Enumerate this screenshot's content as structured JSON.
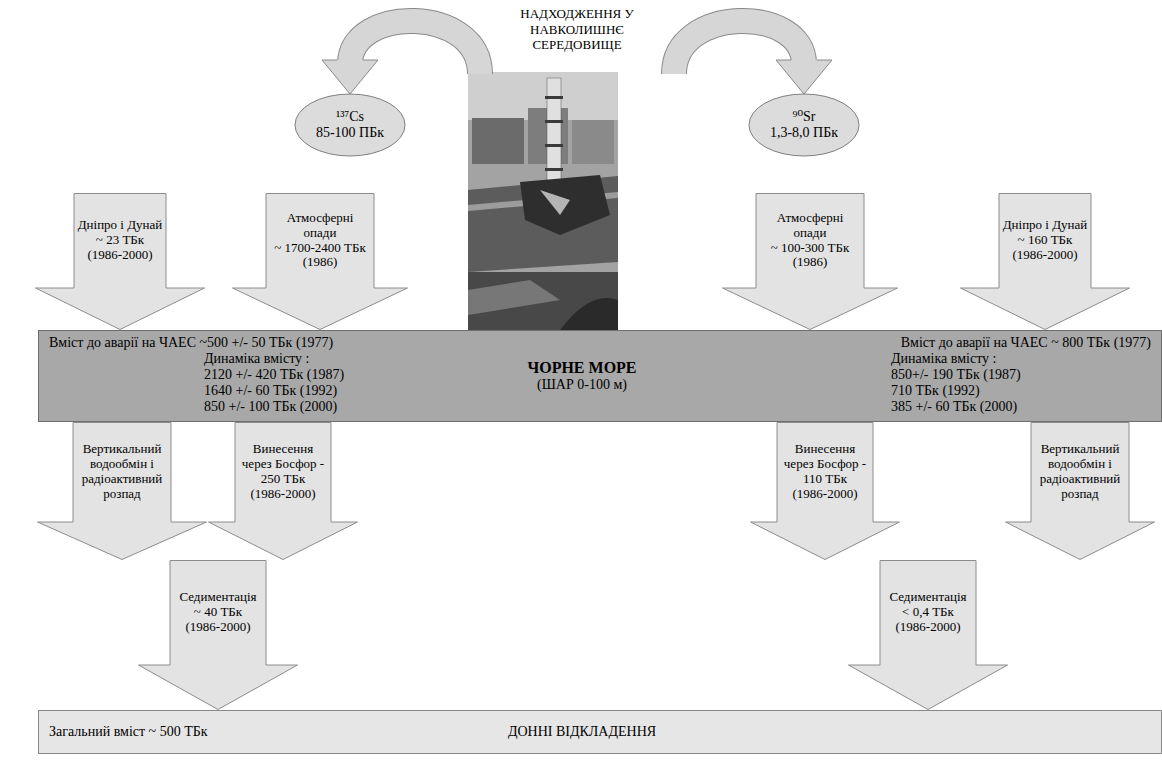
{
  "diagram": {
    "title": "НАДХОДЖЕННЯ У НАВКОЛИШНЄ СЕРЕДОВИЩЕ",
    "nodes": [
      {
        "text": [
          "¹³⁷Cs",
          "85-100 ПБк"
        ]
      },
      {
        "text": [
          "⁹⁰Sr",
          "1,3-8,0 ПБк"
        ]
      },
      {
        "text": [
          "Дніпро і Дунай",
          "~ 23 ТБк",
          "(1986-2000)"
        ]
      },
      {
        "text": [
          "Атмосферні опади",
          "~ 1700-2400 ТБк",
          "(1986)"
        ]
      },
      {
        "text": [
          "Атмосферні опади",
          "~ 100-300 ТБк",
          "(1986)"
        ]
      },
      {
        "text": [
          "Дніпро і Дунай",
          "~ 160 ТБк",
          "(1986-2000)"
        ]
      },
      {
        "text": [
          "Вміст до аварії на ЧАЕС ~500 +/- 50 ТБк (1977)",
          "Динаміка вмісту :",
          "2120 +/- 420 ТБк (1987)",
          "1640 +/- 60 ТБк (1992)",
          "850 +/- 100 ТБк (2000)",
          "ЧОРНЕ МОРЕ",
          "(ШАР 0-100 м)",
          "Вміст до аварії на ЧАЕС ~ 800 ТБк (1977)",
          "Динаміка вмісту :",
          "850+/- 190 ТБк (1987)",
          "710 ТБк (1992)",
          "385 +/- 60 ТБк (2000)"
        ]
      },
      {
        "text": [
          "Вертикальний водообмін і радіоактивний розпад"
        ]
      },
      {
        "text": [
          "Винесення через Босфор -",
          "250 ТБк",
          "(1986-2000)"
        ]
      },
      {
        "text": [
          "Винесення через Босфор -",
          "110 ТБк",
          "(1986-2000)"
        ]
      },
      {
        "text": [
          "Вертикальний водообмін і радіоактивний розпад"
        ]
      },
      {
        "text": [
          "Седиментація",
          "~ 40 ТБк",
          "(1986-2000)"
        ]
      },
      {
        "text": [
          "Седиментація",
          "< 0,4 ТБк",
          "(1986-2000)"
        ]
      },
      {
        "text": [
          "Загальний вміст ~ 500 ТБк",
          "ДОННІ ВІДКЛАДЕННЯ"
        ]
      }
    ]
  }
}
